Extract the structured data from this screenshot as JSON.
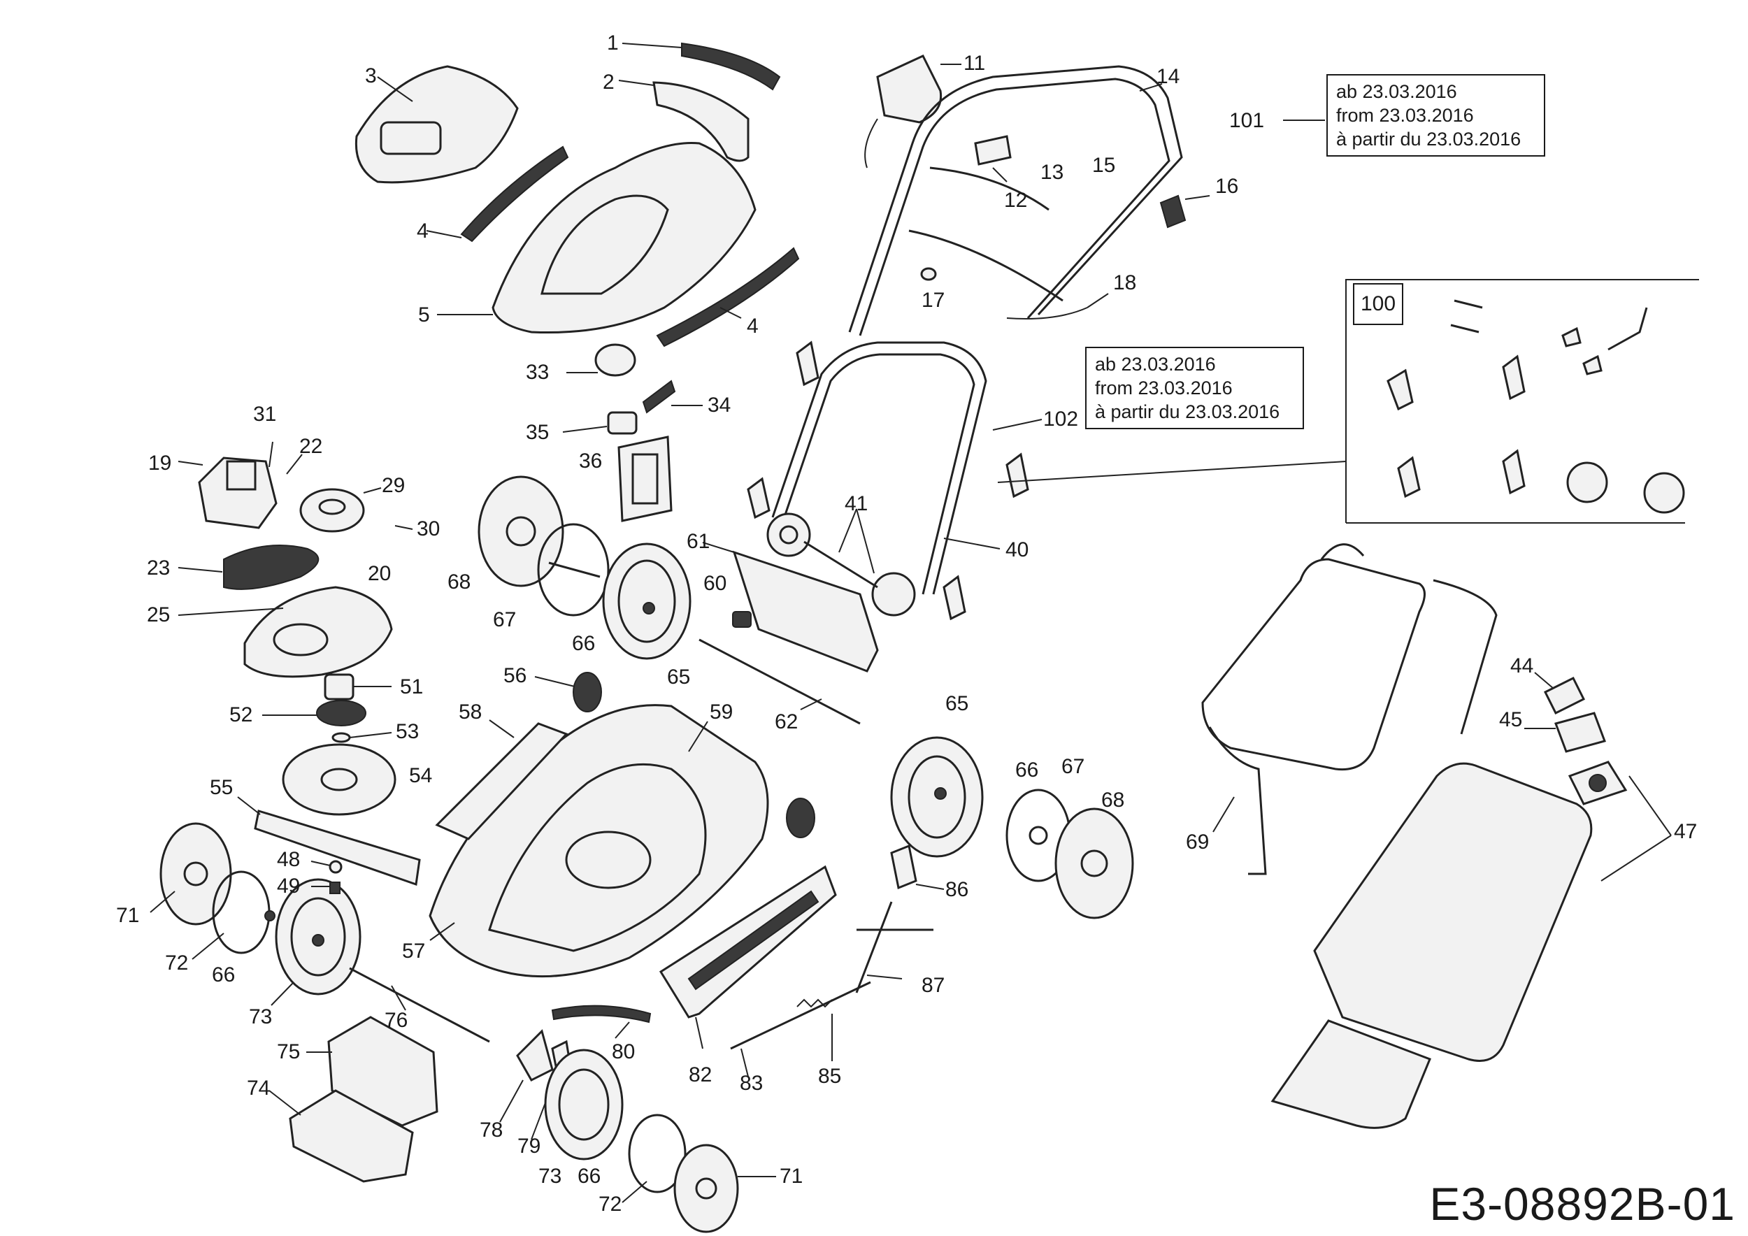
{
  "diagram": {
    "drawing_code": "E3-08892B-01",
    "group_number": "100",
    "date_note_top": [
      "ab 23.03.2016",
      "from 23.03.2016",
      "à partir du 23.03.2016"
    ],
    "date_note_mid": [
      "ab 23.03.2016",
      "from 23.03.2016",
      "à partir du 23.03.2016"
    ],
    "labels": {
      "l1": "1",
      "l2": "2",
      "l3": "3",
      "l4a": "4",
      "l4b": "4",
      "l5": "5",
      "l11": "11",
      "l12": "12",
      "l13": "13",
      "l14": "14",
      "l15": "15",
      "l16": "16",
      "l17": "17",
      "l18": "18",
      "l19": "19",
      "l20": "20",
      "l22": "22",
      "l23": "23",
      "l25": "25",
      "l29": "29",
      "l30": "30",
      "l31": "31",
      "l33": "33",
      "l34": "34",
      "l35": "35",
      "l36": "36",
      "l40": "40",
      "l41": "41",
      "l44": "44",
      "l45": "45",
      "l47": "47",
      "l48": "48",
      "l49": "49",
      "l51": "51",
      "l52": "52",
      "l53": "53",
      "l54": "54",
      "l55": "55",
      "l56": "56",
      "l57": "57",
      "l58": "58",
      "l59": "59",
      "l60": "60",
      "l61": "61",
      "l62": "62",
      "l65a": "65",
      "l65b": "65",
      "l66a": "66",
      "l66b": "66",
      "l66c": "66",
      "l66d": "66",
      "l67a": "67",
      "l67b": "67",
      "l68a": "68",
      "l68b": "68",
      "l69": "69",
      "l71a": "71",
      "l71b": "71",
      "l72a": "72",
      "l72b": "72",
      "l73a": "73",
      "l73b": "73",
      "l74": "74",
      "l75": "75",
      "l76": "76",
      "l78": "78",
      "l79": "79",
      "l80": "80",
      "l82": "82",
      "l83": "83",
      "l85": "85",
      "l86": "86",
      "l87": "87",
      "l101": "101",
      "l102": "102"
    }
  }
}
